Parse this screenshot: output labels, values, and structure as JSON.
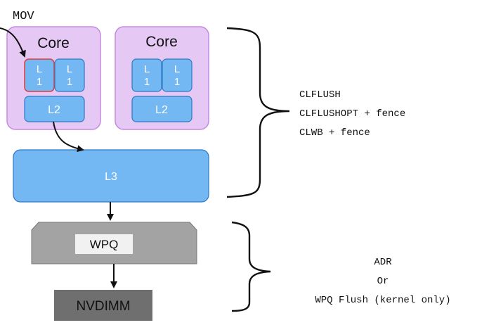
{
  "labels": {
    "mov": "MOV",
    "core1": "Core",
    "core2": "Core",
    "l1": "L",
    "l1_sub": "1",
    "l2": "L2",
    "l3": "L3",
    "wpq": "WPQ",
    "nvdimm": "NVDIMM"
  },
  "cache_flush": {
    "line1": "CLFLUSH",
    "line2": "CLFLUSHOPT + fence",
    "line3": "CLWB + fence"
  },
  "persist": {
    "line1": "ADR",
    "line2": "Or",
    "line3": "WPQ Flush (kernel only)"
  },
  "colors": {
    "core_fill": "#e6c8f5",
    "core_stroke": "#c58ae0",
    "cache_fill": "#74b8f3",
    "cache_stroke": "#2c79c5",
    "highlight": "#e03a3a",
    "wpq_fill": "#a3a3a3",
    "wpq_box": "#f1f1f1",
    "nvdimm_fill": "#6f6f6f",
    "ink": "#111111"
  }
}
